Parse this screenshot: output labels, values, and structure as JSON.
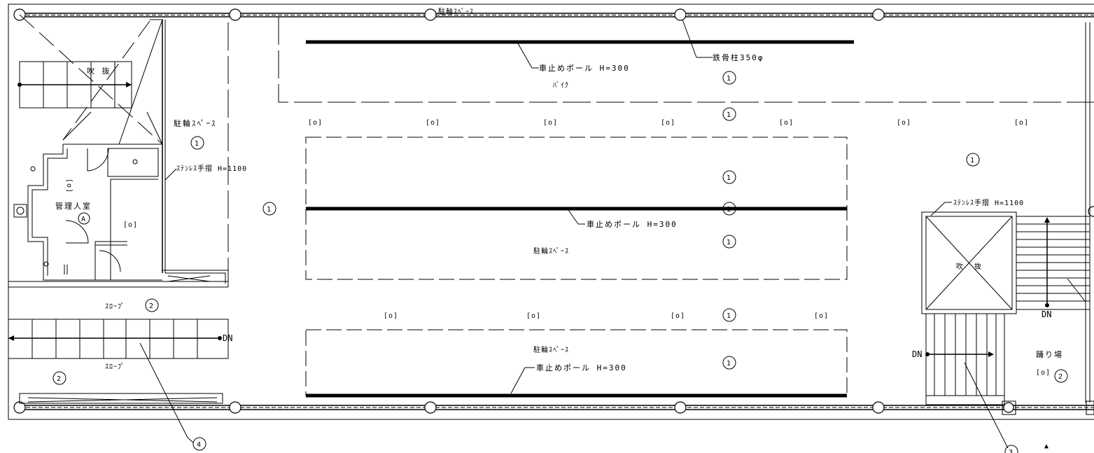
{
  "labels": {
    "bicycle_space_top": "駐輪ｽﾍﾟｰｽ",
    "bicycle_space_left": "駐輪ｽﾍﾟｰｽ",
    "bicycle_space_mid": "駐輪ｽﾍﾟｰｽ",
    "bicycle_space_low": "駐輪ｽﾍﾟｰｽ",
    "car_stop_top": "車止めポール H=300",
    "car_stop_mid": "車止めポール H=300",
    "car_stop_low": "車止めポール H=300",
    "bike": "ﾊﾞｲｸ",
    "steel_column": "鉄骨柱350φ",
    "handrail_left": "ｽﾃﾝﾚｽ手摺 H=1100",
    "handrail_right": "ｽﾃﾝﾚｽ手摺 H=1100",
    "void_left": "吹 抜",
    "void_right": "吹",
    "void_right_2": "抜",
    "manager_room": "管理人室",
    "ac_unit_vertical": "[o]",
    "ac_unit": "[o]",
    "slope_1": "ｽﾛｰﾌﾟ",
    "slope_2": "ｽﾛｰﾌﾟ",
    "dn_left": "DN",
    "dn_stair_right": "DN",
    "dn_stair_bottom": "DN",
    "landing": "踊り場",
    "mark_A": "A",
    "mark_1": "1",
    "mark_2": "2",
    "mark_3": "3",
    "mark_4": "4",
    "triangle": "▲"
  }
}
